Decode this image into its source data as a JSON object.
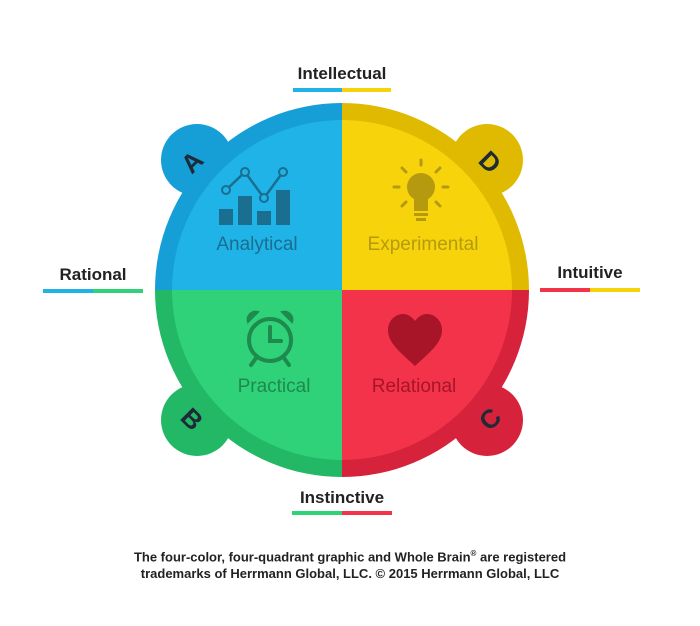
{
  "labels": {
    "top": "Intellectual",
    "left": "Rational",
    "right": "Intuitive",
    "bottom": "Instinctive"
  },
  "quadrants": [
    {
      "letter": "A",
      "label": "Analytical",
      "color": "#1fb3e8",
      "icon": "bar-line-chart-icon"
    },
    {
      "letter": "D",
      "label": "Experimental",
      "color": "#f6d30a",
      "icon": "lightbulb-icon"
    },
    {
      "letter": "B",
      "label": "Practical",
      "color": "#2fd179",
      "icon": "alarm-clock-icon"
    },
    {
      "letter": "C",
      "label": "Relational",
      "color": "#f2334a",
      "icon": "heart-icon"
    }
  ],
  "footer": {
    "line1": "The four-color, four-quadrant graphic and Whole Brain",
    "reg": "®",
    "line1_end": " are registered",
    "line2": "trademarks of Herrmann Global, LLC. © 2015 Herrmann Global, LLC"
  }
}
